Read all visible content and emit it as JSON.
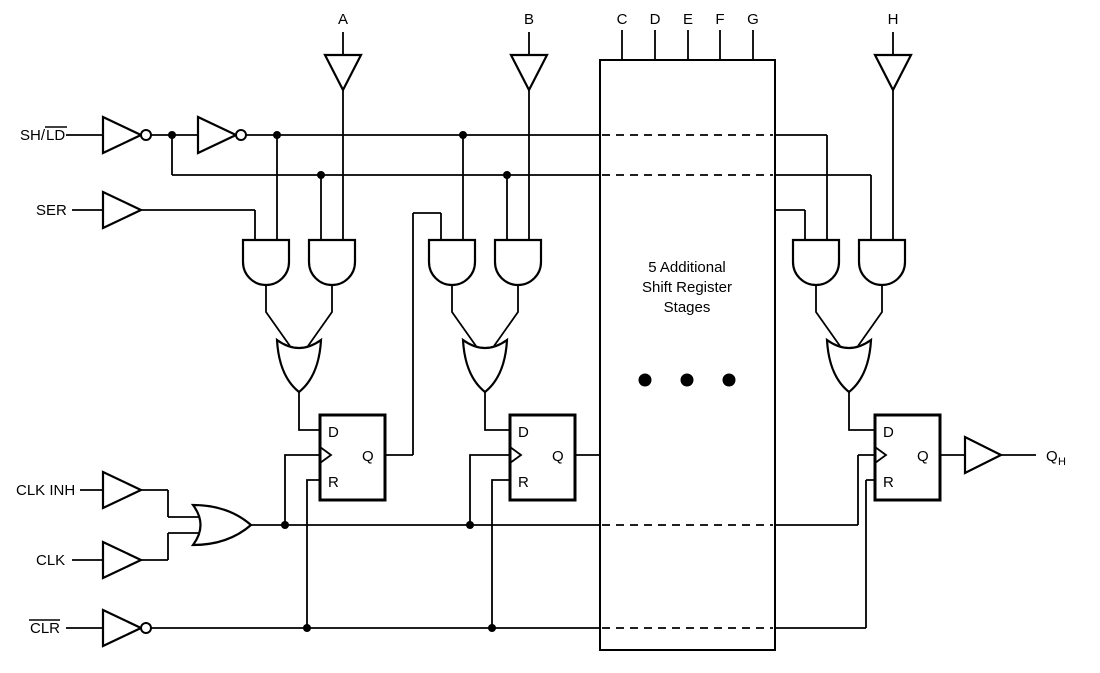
{
  "inputs": {
    "shld_prefix": "SH/",
    "shld_bar": "LD",
    "ser": "SER",
    "clk_inh": "CLK INH",
    "clk": "CLK",
    "clr_bar": "CLR"
  },
  "parallel_inputs": {
    "a": "A",
    "b": "B",
    "c": "C",
    "d": "D",
    "e": "E",
    "f": "F",
    "g": "G",
    "h": "H"
  },
  "stage_box": {
    "line1": "5 Additional",
    "line2": "Shift Register",
    "line3": "Stages"
  },
  "flipflop": {
    "d": "D",
    "q": "Q",
    "r": "R"
  },
  "output": {
    "main": "Q",
    "sub": "H"
  },
  "colors": {
    "ink": "#000000",
    "background": "#ffffff"
  }
}
